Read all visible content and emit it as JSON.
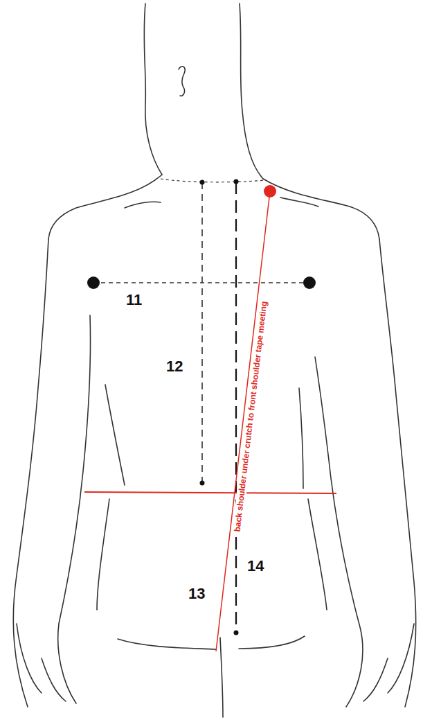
{
  "diagram": {
    "labels": [
      "11",
      "12",
      "14",
      "13",
      "back shoulder under crutch to front shoulder tape meeting"
    ]
  }
}
